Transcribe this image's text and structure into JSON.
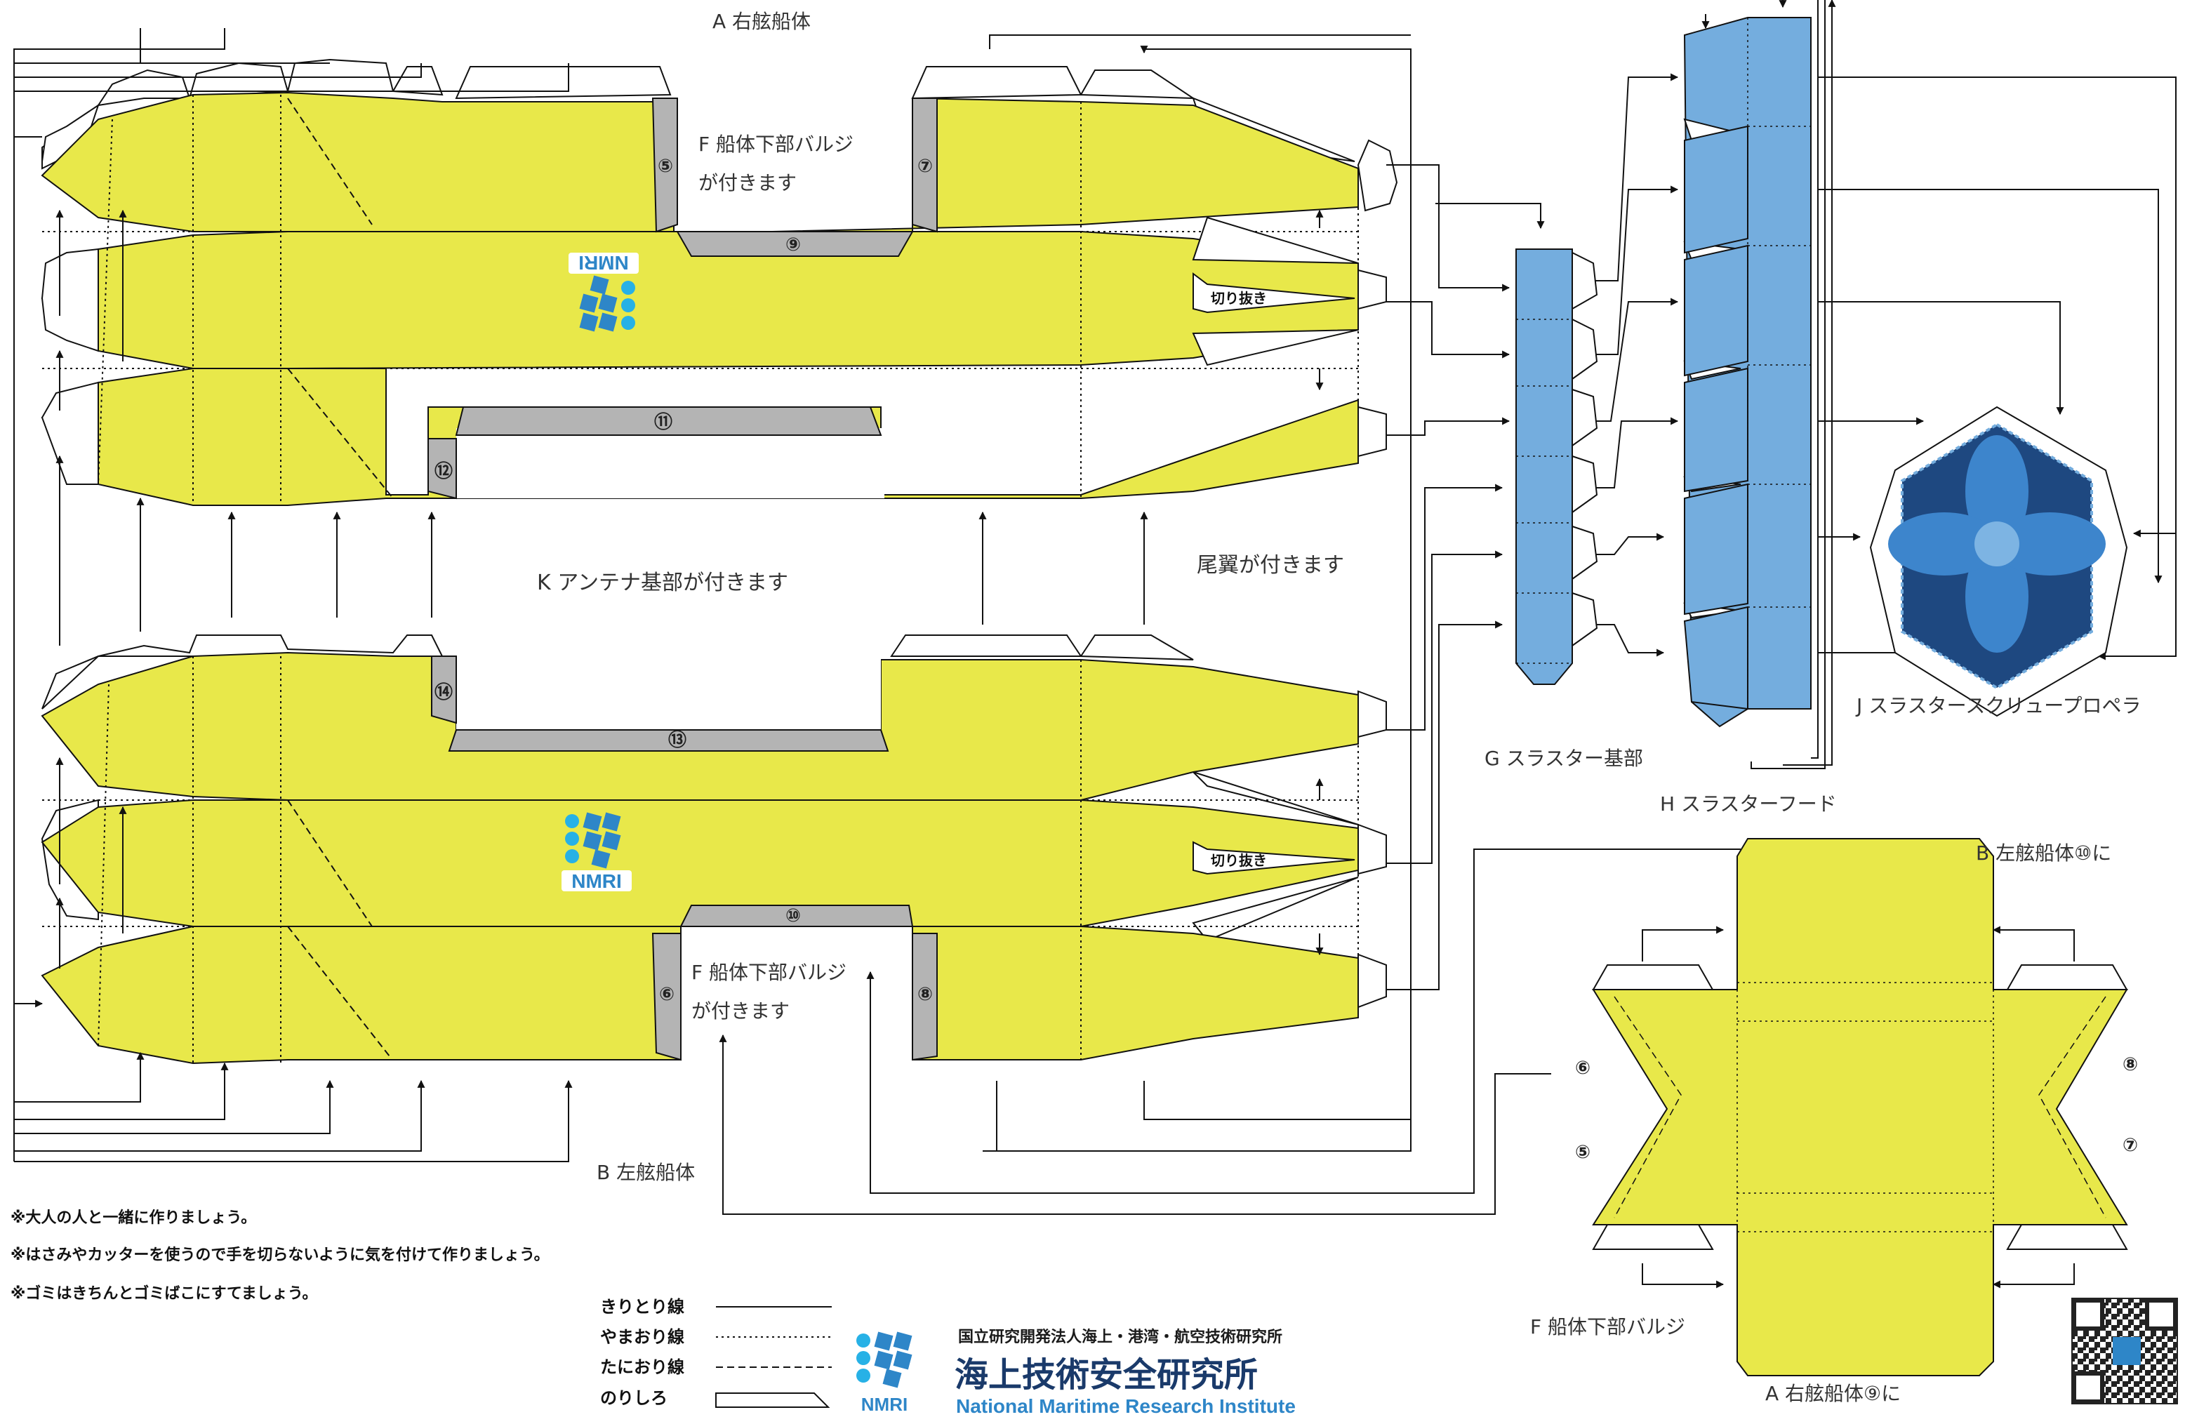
{
  "labels": {
    "part_a": "A 右舷船体",
    "part_b": "B 左舷船体",
    "bulge_top_1": "F 船体下部バルジ",
    "bulge_top_2": "が付きます",
    "bulge_bot_1": "F 船体下部バルジ",
    "bulge_bot_2": "が付きます",
    "antenna": "K アンテナ基部が付きます",
    "tail": "尾翼が付きます",
    "part_g": "G スラスター基部",
    "part_h": "H スラスターフード",
    "part_j": "J スラスタースクリュープロペラ",
    "part_f": "F 船体下部バルジ",
    "f_to_b": "B 左舷船体⑩に",
    "f_to_a": "A 右舷船体⑨に",
    "cut_top": "切り抜き",
    "cut_bot": "切り抜き"
  },
  "numbers": {
    "n5": "⑤",
    "n7": "⑦",
    "n9": "⑨",
    "n11": "⑪",
    "n12": "⑫",
    "n14": "⑭",
    "n13": "⑬",
    "n10": "⑩",
    "n6": "⑥",
    "n8": "⑧",
    "f6": "⑥",
    "f5": "⑤",
    "f8": "⑧",
    "f7": "⑦"
  },
  "notes": [
    "※大人の人と一緒に作りましょう。",
    "※はさみやカッターを使うので手を切らないように気を付けて作りましょう。",
    "※ゴミはきちんとゴミばこにすてましょう。"
  ],
  "legend": {
    "cut": "きりとり線",
    "mountain": "やまおり線",
    "valley": "たにおり線",
    "glue": "のりしろ"
  },
  "org": {
    "logo_text": "NMRI",
    "sub": "国立研究開発法人海上・港湾・航空技術研究所",
    "name": "海上技術安全研究所",
    "english": "National Maritime Research Institute"
  },
  "colors": {
    "hull": "#E8E84A",
    "gray_tab": "#B4B4B4",
    "blue_part": "#74ADDE",
    "propeller_bg": "#1E4880",
    "propeller_blade": "#3D85CC",
    "propeller_hub": "#7DB4E3",
    "logo_blue": "#2E86C8",
    "logo_cyan": "#27B1E6"
  },
  "icons": [
    "nmri-logo-icon",
    "qr-code-icon",
    "propeller-icon"
  ]
}
